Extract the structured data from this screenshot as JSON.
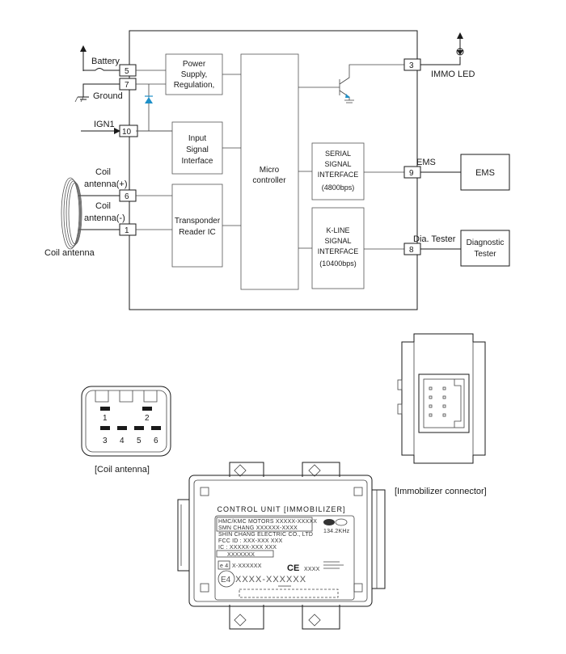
{
  "pins": {
    "battery": {
      "label": "Battery",
      "num": "5"
    },
    "ground": {
      "label": "Ground",
      "num": "7"
    },
    "ign1": {
      "label": "IGN1",
      "num": "10"
    },
    "coil_pos": {
      "label_line1": "Coil",
      "label_line2": "antenna(+)",
      "num": "6"
    },
    "coil_neg": {
      "label_line1": "Coil",
      "label_line2": "antenna(-)",
      "num": "1"
    },
    "immo_led": {
      "label": "IMMO LED",
      "num": "3"
    },
    "ems": {
      "label": "EMS",
      "num": "9"
    },
    "dia_tester": {
      "label": "Dia. Tester",
      "num": "8"
    }
  },
  "blocks": {
    "power_supply": [
      "Power",
      "Supply,",
      "Regulation,"
    ],
    "input_signal": [
      "Input",
      "Signal",
      "Interface"
    ],
    "transponder": [
      "Transponder",
      "Reader IC"
    ],
    "micro": [
      "Micro",
      "controller"
    ],
    "serial": [
      "SERIAL",
      "SIGNAL",
      "INTERFACE",
      "(4800bps)"
    ],
    "kline": [
      "K-LINE",
      "SIGNAL",
      "INTERFACE",
      "(10400bps)"
    ]
  },
  "external": {
    "ems_box": "EMS",
    "diag_box": [
      "Diagnostic",
      "Tester"
    ],
    "coil_antenna": "Coil antenna"
  },
  "connector_pins": {
    "top_row": [
      "1",
      "2"
    ],
    "bottom_row": [
      "3",
      "4",
      "5",
      "6"
    ]
  },
  "captions": {
    "coil_antenna": "[Coil antenna]",
    "immobilizer_connector": "[Immobilizer connector]"
  },
  "unit_label": {
    "title": "CONTROL UNIT [IMMOBILIZER]",
    "line1": "HMC/KMC MOTORS XXXXX-XXXXX",
    "line2": "SMN CHANG XXXXXX-XXXX",
    "line3": "SHIN CHANG ELECTRIC CO., LTD",
    "line4": "FCC ID : XXX-XXX XXX",
    "line5": "IC : XXXXX-XXX XXX",
    "line6": "XXXXXXX",
    "freq": "134.2KHz",
    "e4_small": "X-XXXXXX",
    "ce": "CE",
    "ce_code": "XXXX",
    "e4_big": "XXXX-XXXXXX",
    "e4_mark": "E4",
    "e4_mark_small": "e 4"
  }
}
